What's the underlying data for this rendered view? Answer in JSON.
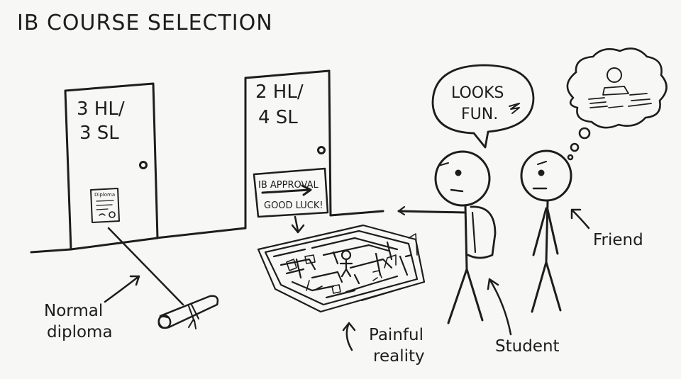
{
  "title": "IB COURSE SELECTION",
  "doors": {
    "left": {
      "line1": "3 HL/",
      "line2": "3 SL"
    },
    "right": {
      "line1": "2 HL/",
      "line2": "4 SL"
    }
  },
  "certificate_label": "Diploma",
  "sign": {
    "line1": "IB APPROVAL",
    "line2": "GOOD LUCK!"
  },
  "speech_bubble": {
    "line1": "LOOKS",
    "line2": "FUN."
  },
  "labels": {
    "normal_diploma_1": "Normal",
    "normal_diploma_2": "diploma",
    "painful_reality_1": "Painful",
    "painful_reality_2": "reality",
    "student": "Student",
    "friend": "Friend"
  }
}
